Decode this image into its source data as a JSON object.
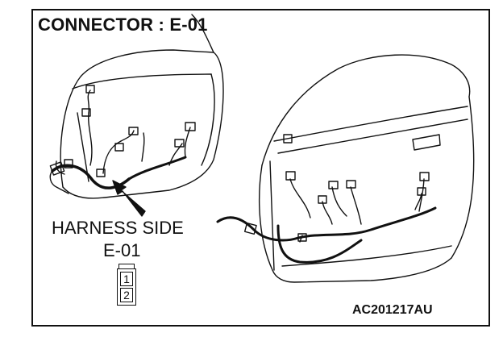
{
  "title": "CONNECTOR : E-01",
  "harness_label": "HARNESS SIDE",
  "connector_id": "E-01",
  "pins": [
    "1",
    "2"
  ],
  "figure_code": "AC201217AU",
  "colors": {
    "line": "#111111",
    "background": "#ffffff"
  }
}
